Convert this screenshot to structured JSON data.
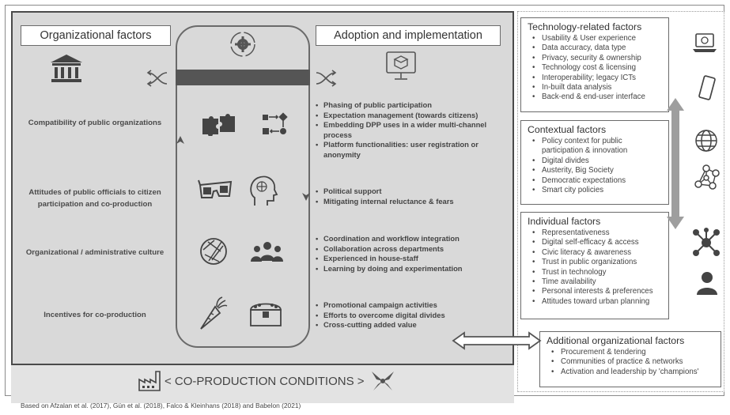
{
  "organizational": {
    "header": "Organizational factors",
    "labels": [
      "Compatibility of public organizations",
      "Attitudes of public officials to citizen participation and co-production",
      "Organizational / administrative culture",
      "Incentives for co-production"
    ]
  },
  "adoption": {
    "header": "Adoption and implementation",
    "groups": [
      [
        "Phasing of public participation",
        "Expectation management (towards citizens)",
        "Embedding DPP uses in a wider multi-channel process",
        "Platform functionalities:  user registration or anonymity"
      ],
      [
        "Political support",
        "Mitigating internal reluctance & fears"
      ],
      [
        "Coordination and workflow integration",
        "Collaboration across departments",
        "Experienced in house-staff",
        "Learning by doing and experimentation"
      ],
      [
        "Promotional campaign activities",
        "Efforts to overcome digital divides",
        "Cross-cutting added value"
      ]
    ]
  },
  "footer": {
    "text": "< CO-PRODUCTION CONDITIONS >"
  },
  "technology": {
    "title": "Technology-related factors",
    "items": [
      "Usability & User experience",
      "Data accuracy, data type",
      "Privacy, security & ownership",
      "Technology cost & licensing",
      "Interoperability; legacy ICTs",
      "In-built data analysis",
      "Back-end & end-user interface"
    ]
  },
  "contextual": {
    "title": "Contextual factors",
    "items": [
      "Policy context for public participation & innovation",
      "Digital divides",
      "Austerity, Big Society",
      "Democratic expectations",
      "Smart city policies"
    ]
  },
  "individual": {
    "title": "Individual factors",
    "items": [
      "Representativeness",
      "Digital self-efficacy & access",
      "Civic literacy & awareness",
      "Trust in public organizations",
      "Trust in technology",
      "Time availability",
      "Personal interests & preferences",
      "Attitudes toward urban planning"
    ]
  },
  "additional": {
    "title": "Additional organizational factors",
    "items": [
      "Procurement & tendering",
      "Communities of practice & networks",
      "Activation and leadership by 'champions'"
    ]
  },
  "credit": "Based on Afzalan et al. (2017), Gün et al. (2018), Falco & Kleinhans (2018) and Babelon (2021)"
}
